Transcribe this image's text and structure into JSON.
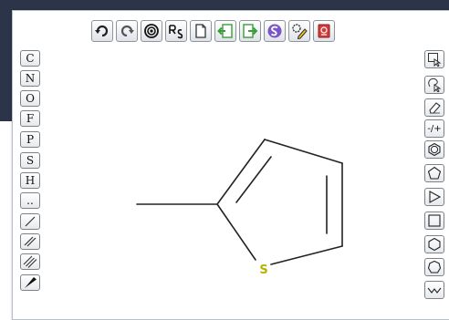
{
  "atom_buttons": [
    "C",
    "N",
    "O",
    "F",
    "P",
    "S",
    "H"
  ],
  "more_label": "..",
  "charge_label": "-/+",
  "molecule": {
    "heteroatom_label": "S",
    "heteroatom_color": "#b6b300"
  },
  "colors": {
    "background_dark": "#2b3448",
    "accent_green": "#3a9d3a",
    "accent_purple": "#7a57c7",
    "accent_red": "#d43b3b"
  },
  "icons": {
    "top_toolbar": [
      "undo-icon",
      "redo-icon",
      "center-icon",
      "rs-stereo-icon",
      "new-document-icon",
      "import-icon",
      "export-icon",
      "clean-structure-icon",
      "query-search-icon",
      "template-library-icon"
    ],
    "right_toolbar": [
      "select-rectangle-icon",
      "select-lasso-icon",
      "eraser-icon",
      "charge-icon",
      "benzene-ring-icon",
      "pentagon-ring-icon",
      "triangle-ring-icon",
      "square-ring-icon",
      "hexagon-ring-icon",
      "heptagon-ring-icon",
      "chain-icon"
    ]
  }
}
